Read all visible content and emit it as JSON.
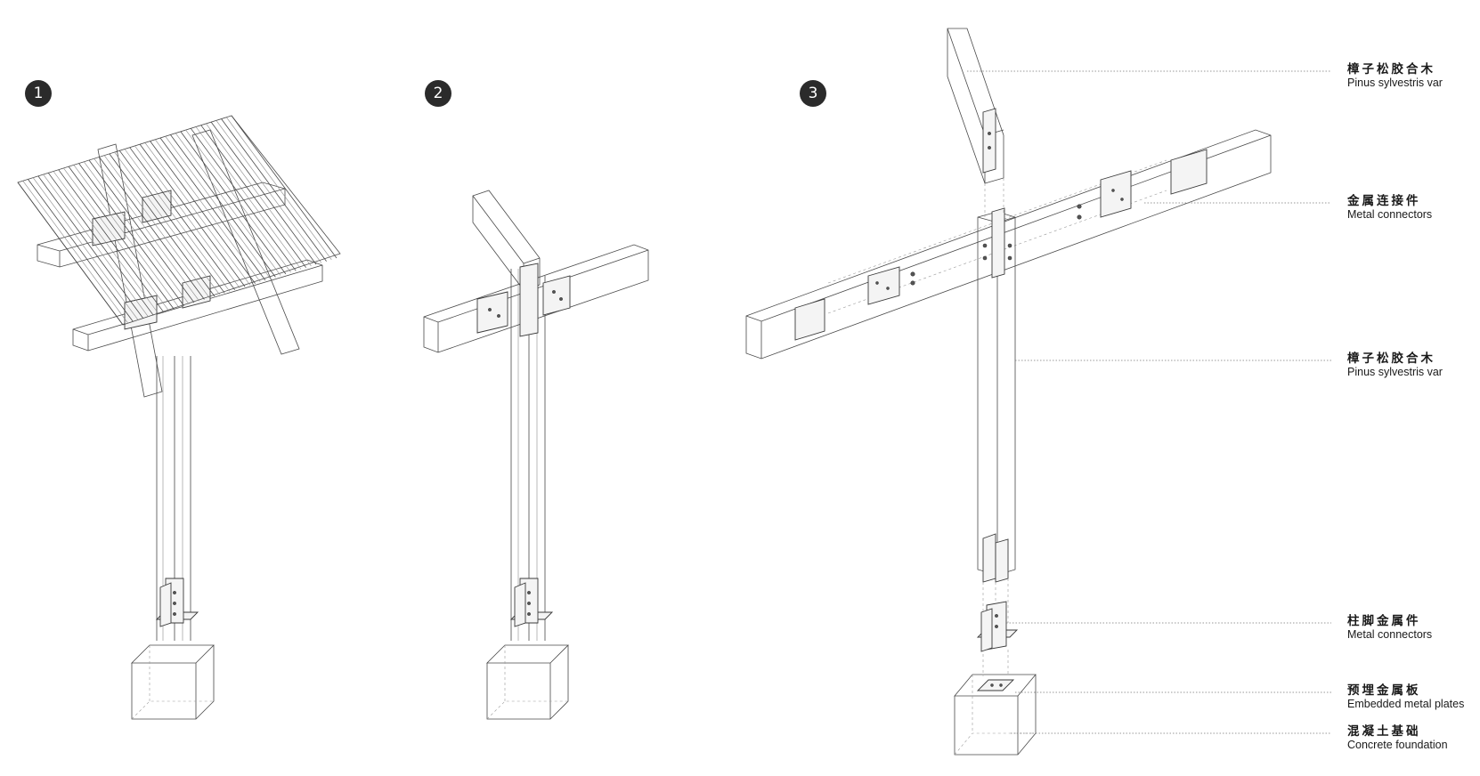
{
  "steps": [
    "1",
    "2",
    "3"
  ],
  "labels": [
    {
      "zh": "樟子松胶合木",
      "en": "Pinus sylvestris var"
    },
    {
      "zh": "金属连接件",
      "en": "Metal connectors"
    },
    {
      "zh": "樟子松胶合木",
      "en": "Pinus sylvestris var"
    },
    {
      "zh": "柱脚金属件",
      "en": "Metal connectors"
    },
    {
      "zh": "预埋金属板",
      "en": "Embedded metal plates"
    },
    {
      "zh": "混凝土基础",
      "en": "Concrete foundation"
    }
  ],
  "colors": {
    "line": "#4a4a4a",
    "badge": "#2b2b2b",
    "background": "#ffffff"
  }
}
